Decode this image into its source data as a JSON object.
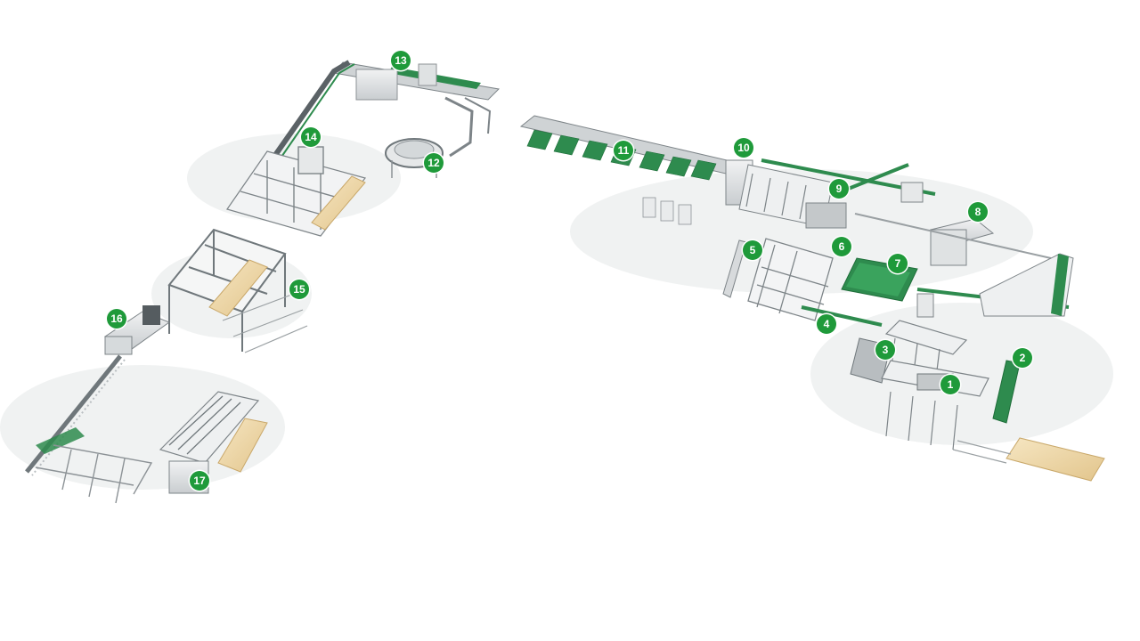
{
  "colors": {
    "accent": "#1f9a3a",
    "conveyor": "#2e8b4e",
    "machine": "#e4e6e7",
    "frame": "#8c9296",
    "wood": "#efd9a8",
    "floor": "#eef0f0"
  },
  "stations": [
    {
      "id": "1",
      "label": "1"
    },
    {
      "id": "2",
      "label": "2"
    },
    {
      "id": "3",
      "label": "3"
    },
    {
      "id": "4",
      "label": "4"
    },
    {
      "id": "5",
      "label": "5"
    },
    {
      "id": "6",
      "label": "6"
    },
    {
      "id": "7",
      "label": "7"
    },
    {
      "id": "8",
      "label": "8"
    },
    {
      "id": "9",
      "label": "9"
    },
    {
      "id": "10",
      "label": "10"
    },
    {
      "id": "11",
      "label": "11"
    },
    {
      "id": "12",
      "label": "12"
    },
    {
      "id": "13",
      "label": "13"
    },
    {
      "id": "14",
      "label": "14"
    },
    {
      "id": "15",
      "label": "15"
    },
    {
      "id": "16",
      "label": "16"
    },
    {
      "id": "17",
      "label": "17"
    }
  ]
}
